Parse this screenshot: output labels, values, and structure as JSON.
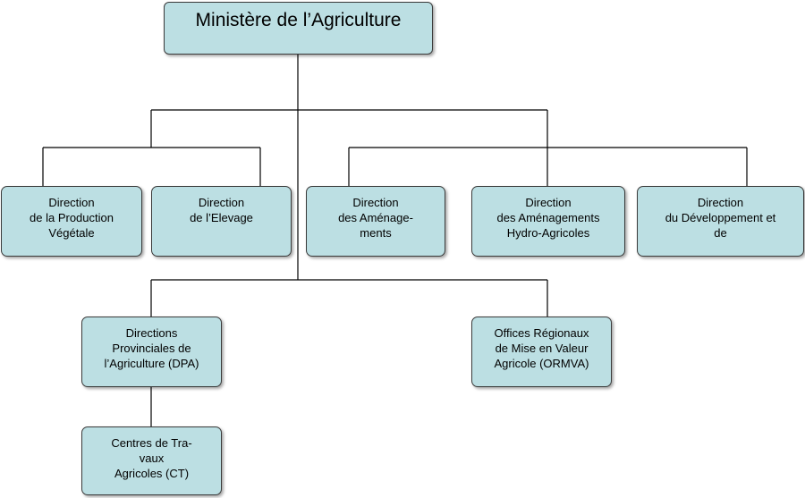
{
  "title": "Ministère de l’Agriculture",
  "nodes": {
    "root": {
      "lines": [
        "Ministère de l’Agriculture"
      ]
    },
    "production_vegetale": {
      "lines": [
        "Direction",
        "de la Production",
        "Végétale"
      ]
    },
    "elevage": {
      "lines": [
        "Direction",
        "de l’Elevage"
      ]
    },
    "amenagements": {
      "lines": [
        "Direction",
        "des Aménage-",
        "ments"
      ]
    },
    "hydro_agricoles": {
      "lines": [
        "Direction",
        "des Aménagements",
        "Hydro-Agricoles"
      ]
    },
    "developpement": {
      "lines": [
        "Direction",
        "du Développement et",
        "de"
      ]
    },
    "dpa": {
      "lines": [
        "Directions",
        "Provinciales de",
        "l’Agriculture (DPA)"
      ]
    },
    "ormva": {
      "lines": [
        "Offices Régionaux",
        "de Mise en Valeur",
        "Agricole (ORMVA)"
      ]
    },
    "ct": {
      "lines": [
        "Centres de Tra-",
        "vaux",
        "Agricoles (CT)"
      ]
    }
  },
  "colors": {
    "box_fill": "#bcdfe3",
    "box_border": "#3a3a3a",
    "connector": "#000000",
    "background": "#ffffff"
  }
}
